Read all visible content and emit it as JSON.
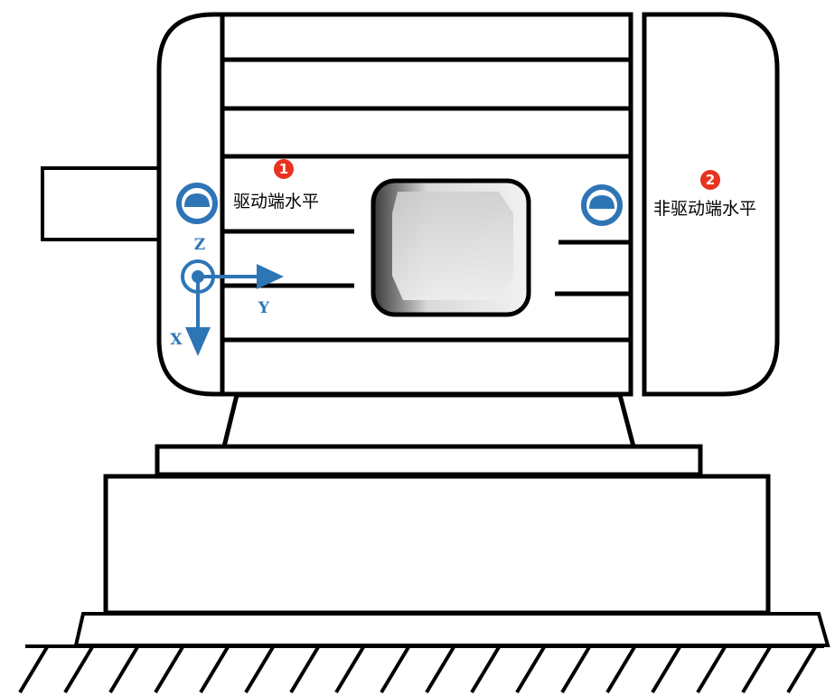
{
  "colors": {
    "outline": "#000000",
    "accent": "#2e75b6",
    "badge": "#e8321f",
    "background": "#ffffff"
  },
  "sensors": [
    {
      "number": "1",
      "label": "驱动端水平",
      "icon": "sensor-ring-icon"
    },
    {
      "number": "2",
      "label": "非驱动端水平",
      "icon": "sensor-ring-icon"
    }
  ],
  "axes": {
    "z": "Z",
    "y": "Y",
    "x": "X"
  }
}
